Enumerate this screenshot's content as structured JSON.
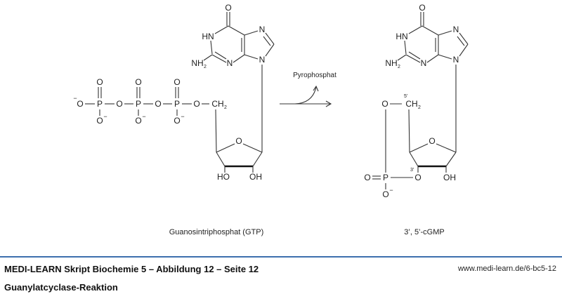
{
  "atoms": {
    "O": "O",
    "P": "P",
    "N": "N",
    "HN": "HN",
    "NH2": "NH",
    "sub2": "2",
    "CH": "CH",
    "HO": "HO",
    "OH": "OH",
    "O_minus": "O",
    "minus": "−",
    "five_prime": "5'",
    "three_prime": "3'"
  },
  "reaction": {
    "byproduct": "Pyrophosphat"
  },
  "captions": {
    "left": "Guanosintriphosphat (GTP)",
    "right": "3’, 5’-cGMP"
  },
  "footer": {
    "title": "MEDI-LEARN Skript Biochemie 5 – Abbildung 12 – Seite 12",
    "subtitle": "Guanylatcyclase-Reaktion",
    "url": "www.medi-learn.de/6-bc5-12"
  },
  "colors": {
    "rule": "#3d6fae"
  }
}
